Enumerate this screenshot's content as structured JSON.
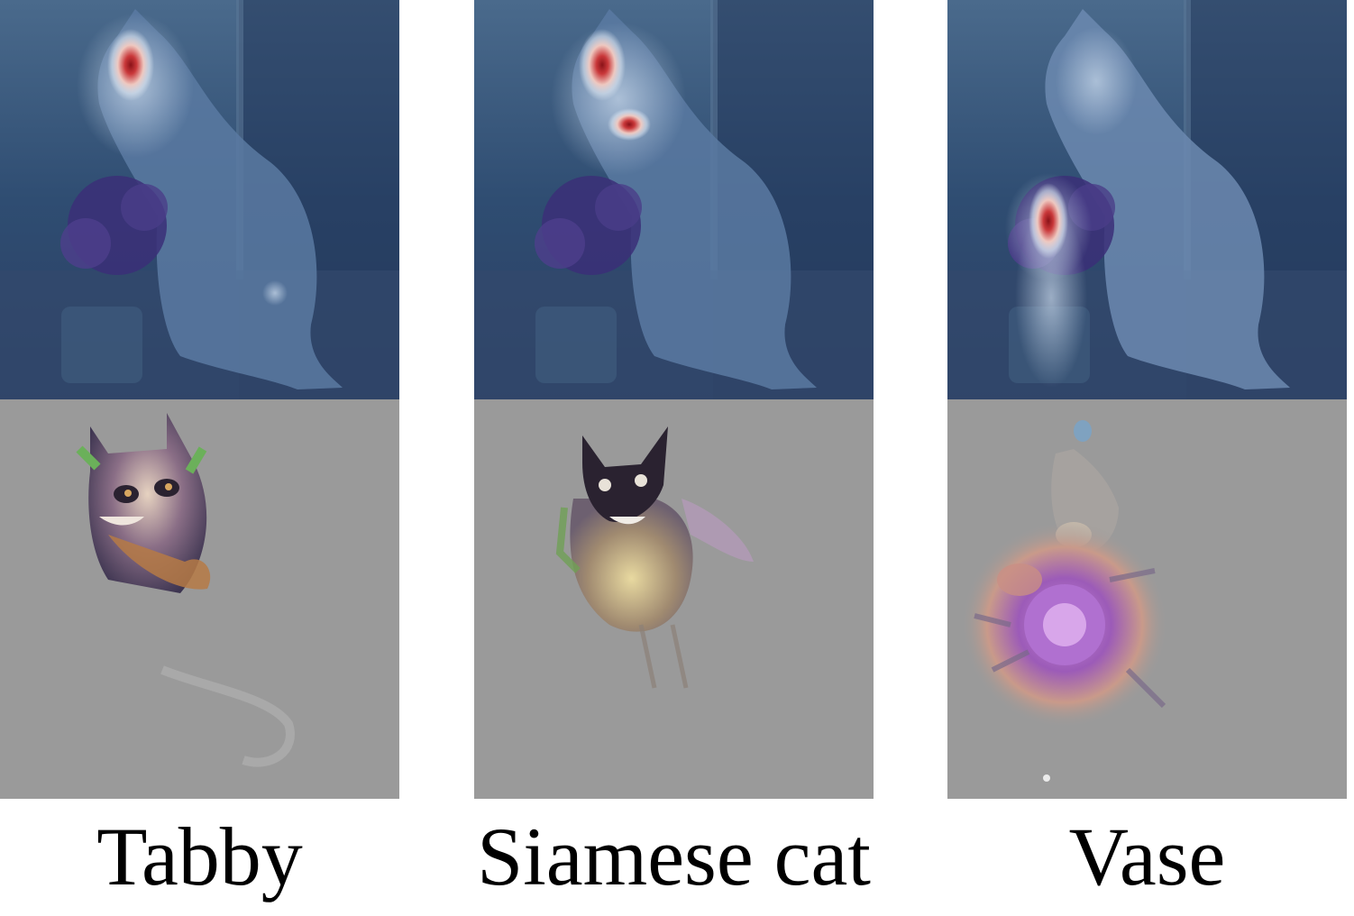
{
  "colors": {
    "background": "#ffffff",
    "heatmap_base": "#2d4a72",
    "heatmap_hot": "#b3202a",
    "saliency_gray": "#9a9a9a",
    "caption_text": "#000000"
  },
  "panels": [
    {
      "label": "Tabby",
      "heatmap_icon": "cat-by-window-heatmap-icon",
      "saliency_icon": "tabby-saliency-icon",
      "focus": "cat-head"
    },
    {
      "label": "Siamese cat",
      "heatmap_icon": "cat-by-window-heatmap-icon",
      "saliency_icon": "siamese-saliency-icon",
      "focus": "cat-head-and-chest"
    },
    {
      "label": "Vase",
      "heatmap_icon": "cat-by-window-heatmap-icon",
      "saliency_icon": "vase-saliency-icon",
      "focus": "flower-vase"
    }
  ]
}
